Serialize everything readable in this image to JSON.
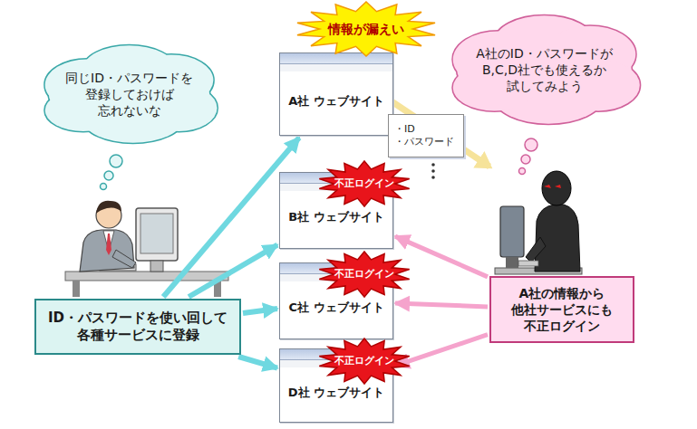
{
  "diagram": {
    "nodes": [
      {
        "text": [
          "同じID・パスワードを 登録しておけば 忘れないな"
        ]
      },
      {
        "text": [
          "ID・パスワードを使い回して 各種サービスに登録"
        ]
      },
      {
        "text": [
          "A社 ウェブサイト"
        ]
      },
      {
        "text": [
          "情報が漏えい"
        ]
      },
      {
        "text": [
          "B社 ウェブサイト"
        ]
      },
      {
        "text": [
          "不正ログイン"
        ]
      },
      {
        "text": [
          "C社 ウェブサイト"
        ]
      },
      {
        "text": [
          "不正ログイン"
        ]
      },
      {
        "text": [
          "D社 ウェブサイト"
        ]
      },
      {
        "text": [
          "不正ログイン"
        ]
      },
      {
        "text": [
          "・ID",
          "・パスワード"
        ]
      },
      {
        "text": [
          "A社のID・パスワードが B,C,D社でも使えるか 試してみよう"
        ]
      },
      {
        "text": [
          "A社の情報から 他社サービスにも 不正ログイン"
        ]
      }
    ],
    "edges": [
      {
        "from": 1,
        "to": 2,
        "arrow": "to"
      },
      {
        "from": 1,
        "to": 4,
        "arrow": "to"
      },
      {
        "from": 1,
        "to": 6,
        "arrow": "to"
      },
      {
        "from": 1,
        "to": 8,
        "arrow": "to"
      },
      {
        "from": 12,
        "to": 4,
        "arrow": "to"
      },
      {
        "from": 12,
        "to": 6,
        "arrow": "to"
      },
      {
        "from": 12,
        "to": 8,
        "arrow": "to"
      }
    ]
  }
}
